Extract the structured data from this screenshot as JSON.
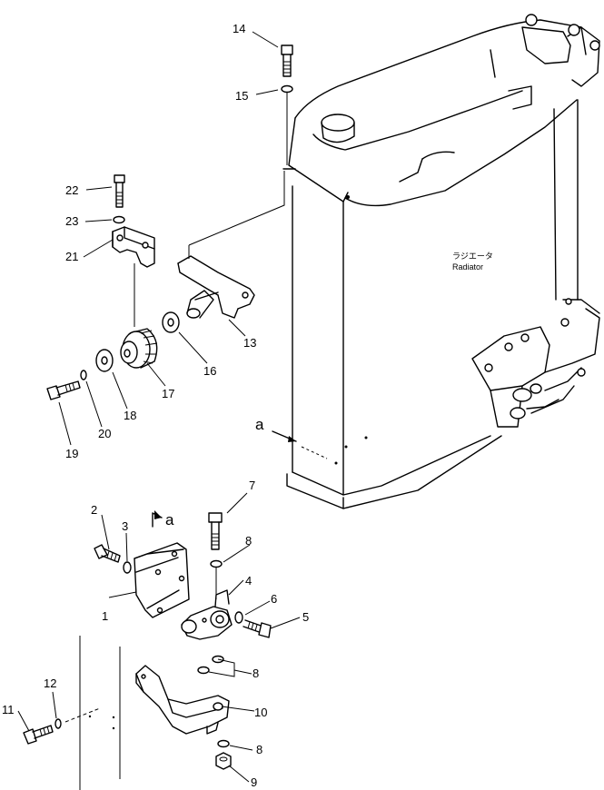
{
  "radiator": {
    "label_jp": "ラジエータ",
    "label_en": "Radiator"
  },
  "view_marker": "a",
  "callouts": [
    "1",
    "2",
    "3",
    "4",
    "5",
    "6",
    "7",
    "8",
    "8",
    "8",
    "9",
    "10",
    "11",
    "12",
    "13",
    "14",
    "15",
    "16",
    "17",
    "18",
    "19",
    "20",
    "21",
    "22",
    "23"
  ]
}
